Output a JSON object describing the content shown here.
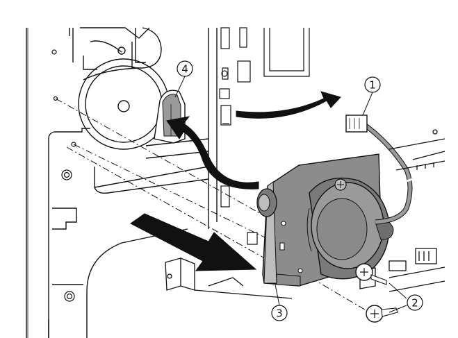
{
  "callouts": [
    {
      "id": "1",
      "label": "1"
    },
    {
      "id": "2",
      "label": "2"
    },
    {
      "id": "3",
      "label": "3"
    },
    {
      "id": "4",
      "label": "4"
    }
  ],
  "colors": {
    "line": "#111111",
    "part_fill": "#8c8c8c",
    "part_dark": "#5a5a5a",
    "part_light": "#bdbdbd",
    "arrow_fill": "#111111",
    "background": "#ffffff"
  },
  "icons": [
    "motor-assembly",
    "motor-bracket",
    "mounting-screw",
    "wire-harness-connector",
    "removal-arrow",
    "connector-arrow"
  ]
}
